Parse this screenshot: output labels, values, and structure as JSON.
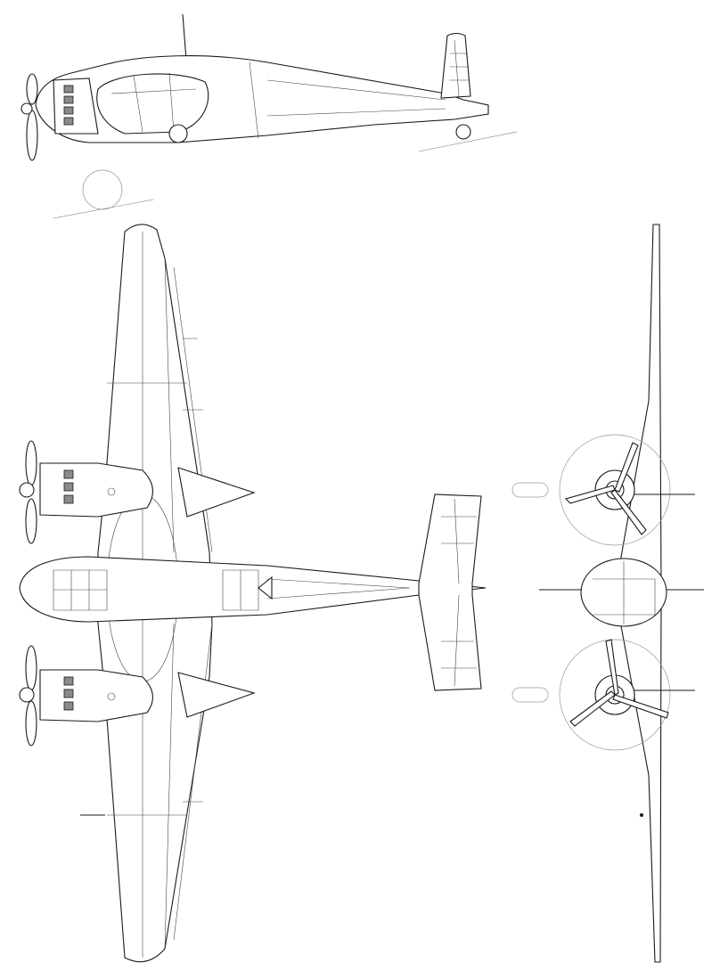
{
  "drawing": {
    "views": [
      "side",
      "top",
      "front"
    ],
    "colors": {
      "line": "#1a1a1a",
      "fill": "#ffffff",
      "exhaust": "#8a8a8a",
      "guide": "#999999"
    }
  }
}
